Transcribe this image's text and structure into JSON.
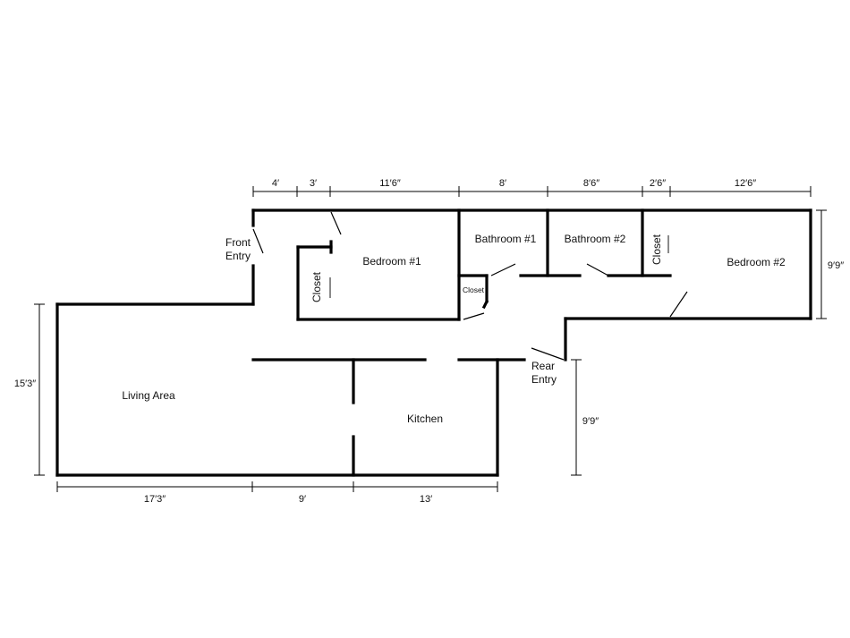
{
  "rooms": {
    "front_entry": [
      "Front",
      "Entry"
    ],
    "bedroom_1": "Bedroom #1",
    "closet_bedroom_1": "Closet",
    "bathroom_1": "Bathroom #1",
    "closet_small": "Closet",
    "bathroom_2": "Bathroom #2",
    "closet_bedroom_2": "Closet",
    "bedroom_2": "Bedroom #2",
    "living_area": "Living Area",
    "kitchen": "Kitchen",
    "rear_entry": [
      "Rear",
      "Entry"
    ]
  },
  "dimensions": {
    "top": [
      "4′",
      "3′",
      "11′6″",
      "8′",
      "8′6″",
      "2′6″",
      "12′6″"
    ],
    "bottom": [
      "17′3″",
      "9′",
      "13′"
    ],
    "left": "15′3″",
    "right": "9′9″",
    "rear": "9′9″"
  }
}
